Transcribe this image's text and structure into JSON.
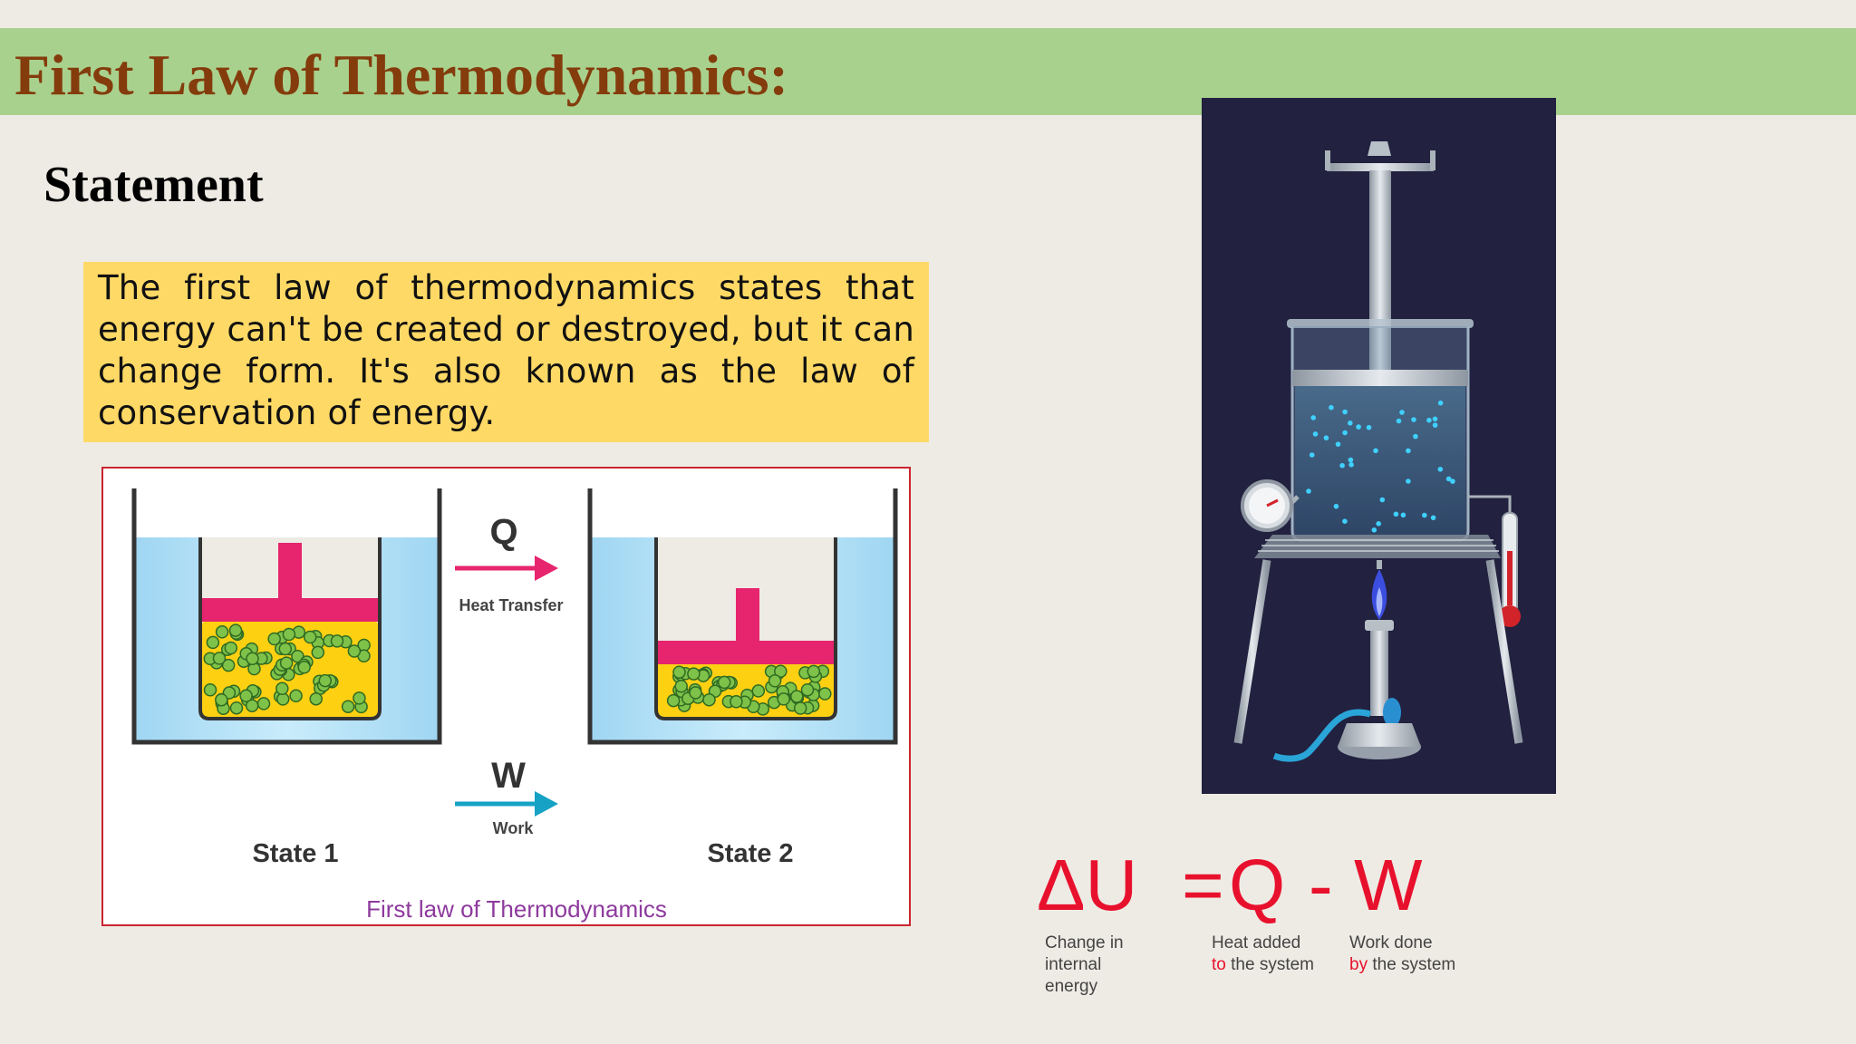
{
  "slide": {
    "title": "First Law of Thermodynamics:",
    "subtitle": "Statement",
    "statement": "The first law of thermodynamics states that energy can't be created or destroyed, but it can change form. It's also known as the law of conservation of energy."
  },
  "diagram": {
    "state1_label": "State 1",
    "state2_label": "State 2",
    "q_symbol": "Q",
    "q_label": "Heat Transfer",
    "w_symbol": "W",
    "w_label": "Work",
    "caption": "First law of Thermodynamics"
  },
  "equation": {
    "delta_u": "ΔU",
    "equals": "=",
    "q": "Q",
    "minus": "-",
    "w": "W",
    "du_caption_1": "Change in",
    "du_caption_2": "internal",
    "du_caption_3": "energy",
    "q_caption_1": "Heat added",
    "q_caption_2_accent": "to",
    "q_caption_2_rest": " the system",
    "w_caption_1": "Work done",
    "w_caption_2_accent": "by",
    "w_caption_2_rest": " the system"
  },
  "colors": {
    "title_bar": "#a9d18e",
    "title_text": "#843c0c",
    "statement_bg": "#ffd966",
    "equation_red": "#e8112d",
    "caption_purple": "#8e3a9e",
    "piston_pink": "#e6256e",
    "gas_yellow": "#fdd012",
    "water_blue": "#aee0f7",
    "q_arrow": "#e6256e",
    "w_arrow": "#16a2c4"
  }
}
